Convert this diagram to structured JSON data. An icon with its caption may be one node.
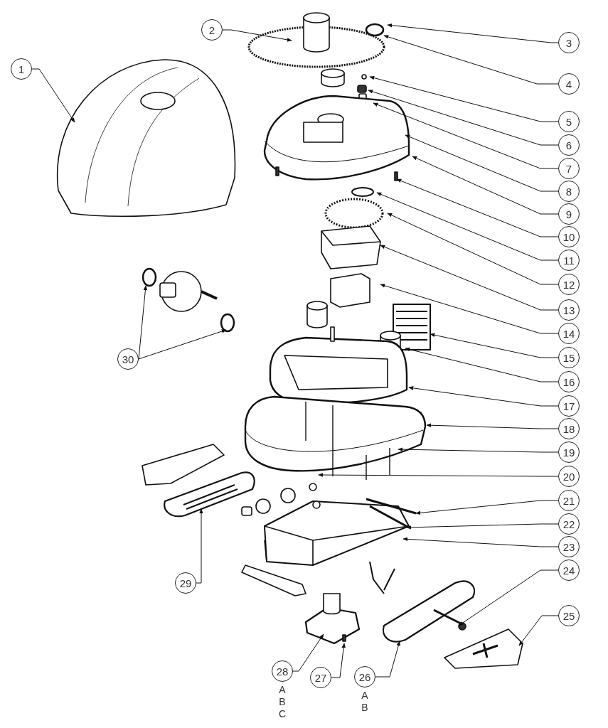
{
  "diagram": {
    "nodes": [
      {
        "text": [
          "1"
        ]
      },
      {
        "text": [
          "2"
        ]
      },
      {
        "text": [
          "3"
        ]
      },
      {
        "text": [
          "4"
        ]
      },
      {
        "text": [
          "5"
        ]
      },
      {
        "text": [
          "6"
        ]
      },
      {
        "text": [
          "7"
        ]
      },
      {
        "text": [
          "8"
        ]
      },
      {
        "text": [
          "9"
        ]
      },
      {
        "text": [
          "10"
        ]
      },
      {
        "text": [
          "11"
        ]
      },
      {
        "text": [
          "12"
        ]
      },
      {
        "text": [
          "13"
        ]
      },
      {
        "text": [
          "14"
        ]
      },
      {
        "text": [
          "15"
        ]
      },
      {
        "text": [
          "16"
        ]
      },
      {
        "text": [
          "17"
        ]
      },
      {
        "text": [
          "18"
        ]
      },
      {
        "text": [
          "19"
        ]
      },
      {
        "text": [
          "20"
        ]
      },
      {
        "text": [
          "21"
        ]
      },
      {
        "text": [
          "22"
        ]
      },
      {
        "text": [
          "23"
        ]
      },
      {
        "text": [
          "24"
        ]
      },
      {
        "text": [
          "25"
        ]
      },
      {
        "text": [
          "26"
        ],
        "beside": [
          "A B"
        ]
      },
      {
        "text": [
          "27"
        ]
      },
      {
        "text": [
          "28"
        ],
        "beside": [
          "A B C"
        ]
      },
      {
        "text": [
          "29"
        ]
      },
      {
        "text": [
          "30"
        ]
      }
    ],
    "edges": [
      {
        "from": 0,
        "to": null,
        "arrow": "to"
      },
      {
        "from": 1,
        "to": null,
        "arrow": "to"
      },
      {
        "from": 2,
        "to": null,
        "arrow": "to"
      },
      {
        "from": 3,
        "to": null,
        "arrow": "to"
      },
      {
        "from": 4,
        "to": null,
        "arrow": "to"
      },
      {
        "from": 5,
        "to": null,
        "arrow": "to"
      },
      {
        "from": 6,
        "to": null,
        "arrow": "to"
      },
      {
        "from": 7,
        "to": null,
        "arrow": "to"
      },
      {
        "from": 8,
        "to": null,
        "arrow": "to"
      },
      {
        "from": 9,
        "to": null,
        "arrow": "to"
      },
      {
        "from": 10,
        "to": null,
        "arrow": "to"
      },
      {
        "from": 11,
        "to": null,
        "arrow": "to"
      },
      {
        "from": 12,
        "to": null,
        "arrow": "to"
      },
      {
        "from": 13,
        "to": null,
        "arrow": "to"
      },
      {
        "from": 14,
        "to": null,
        "arrow": "to"
      },
      {
        "from": 15,
        "to": null,
        "arrow": "to"
      },
      {
        "from": 16,
        "to": null,
        "arrow": "to"
      },
      {
        "from": 17,
        "to": null,
        "arrow": "to"
      },
      {
        "from": 18,
        "to": null,
        "arrow": "to"
      },
      {
        "from": 19,
        "to": null,
        "arrow": "to"
      },
      {
        "from": 20,
        "to": null,
        "arrow": "to"
      },
      {
        "from": 21,
        "to": null,
        "arrow": "to"
      },
      {
        "from": 22,
        "to": null,
        "arrow": "to"
      },
      {
        "from": 23,
        "to": null,
        "arrow": "to"
      },
      {
        "from": 24,
        "to": null,
        "arrow": "to"
      },
      {
        "from": 25,
        "to": null,
        "arrow": "to"
      },
      {
        "from": 26,
        "to": null,
        "arrow": "to"
      },
      {
        "from": 27,
        "to": null,
        "arrow": "to"
      },
      {
        "from": 28,
        "to": null,
        "arrow": "to"
      },
      {
        "from": 29,
        "to": null,
        "arrow": "to"
      },
      {
        "from": 29,
        "to": null,
        "arrow": "to"
      }
    ]
  }
}
